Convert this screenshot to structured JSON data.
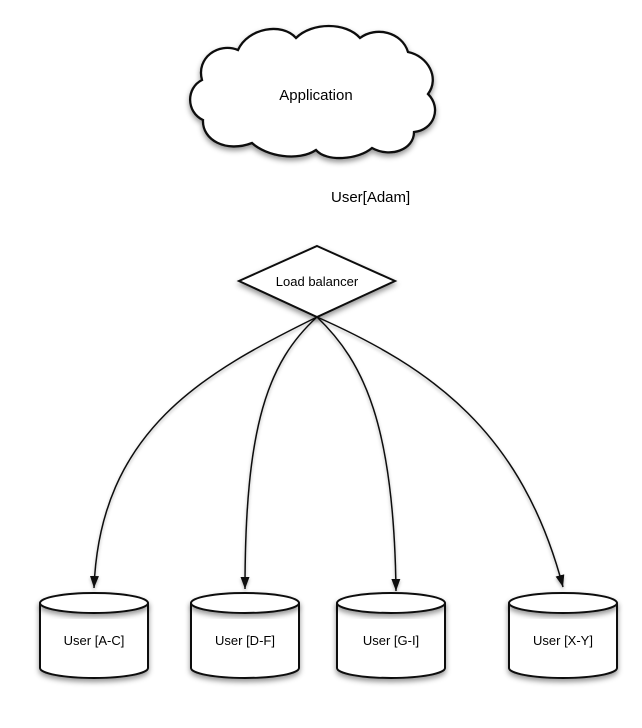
{
  "canvas": {
    "background": "#ffffff",
    "stroke_color": "#111111",
    "shape_fill": "#ffffff"
  },
  "nodes": {
    "application": {
      "shape": "cloud",
      "label": "Application"
    },
    "load_balancer": {
      "shape": "diamond",
      "label": "Load balancer"
    },
    "shards": [
      {
        "shape": "cylinder",
        "label": "User [A-C]"
      },
      {
        "shape": "cylinder",
        "label": "User [D-F]"
      },
      {
        "shape": "cylinder",
        "label": "User [G-I]"
      },
      {
        "shape": "cylinder",
        "label": "User [X-Y]"
      }
    ]
  },
  "edges": {
    "app_to_lb": {
      "label": "User[Adam]"
    }
  }
}
